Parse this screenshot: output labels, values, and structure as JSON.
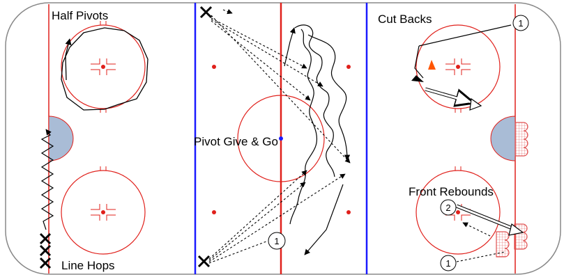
{
  "labels": {
    "half_pivots": "Half Pivots",
    "line_hops": "Line Hops",
    "pivot_give_go": "Pivot Give & Go",
    "cut_backs": "Cut Backs",
    "front_rebounds": "Front Rebounds"
  },
  "markers": {
    "cut_backs_number": "1",
    "front_rebounds_number_2": "2",
    "front_rebounds_number_1": "1",
    "pivot_give_go_number": "1"
  },
  "colors": {
    "rink_line_red": "#e0201b",
    "blue_line": "#1a1aff",
    "crease_fill": "#a9bcd6",
    "cone": "#ff5500",
    "net_red": "#e05050"
  }
}
